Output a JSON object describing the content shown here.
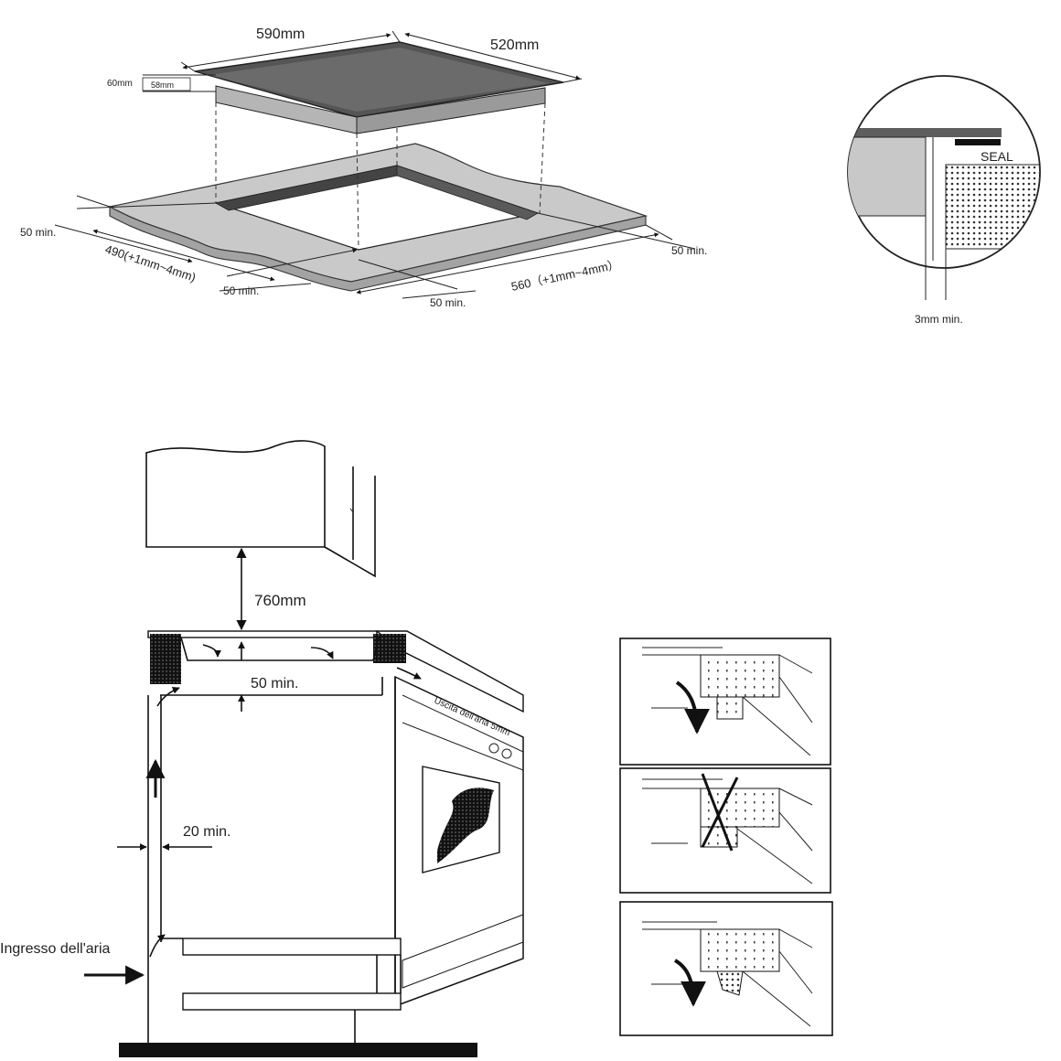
{
  "hob": {
    "width_label": "590mm",
    "depth_label": "520mm",
    "height_total_label": "60mm",
    "height_inner_label": "58mm"
  },
  "cutout": {
    "margin_left_label": "50 min.",
    "margin_right_label": "50 min.",
    "margin_front_left_label": "50 min.",
    "margin_front_right_label": "50 min.",
    "depth_label": "490(+1mm~4mm)",
    "width_label": "560（+1mm~4mm）"
  },
  "seal_detail": {
    "seal_label": "SEAL",
    "gap_label": "3mm min."
  },
  "installation": {
    "clearance_top_label": "760mm",
    "clearance_oven_label": "50 min.",
    "side_gap_label": "20 min.",
    "air_inlet_label": "Ingresso dell'aria",
    "air_outlet_label": "Uscita dell'aria 5mm"
  }
}
